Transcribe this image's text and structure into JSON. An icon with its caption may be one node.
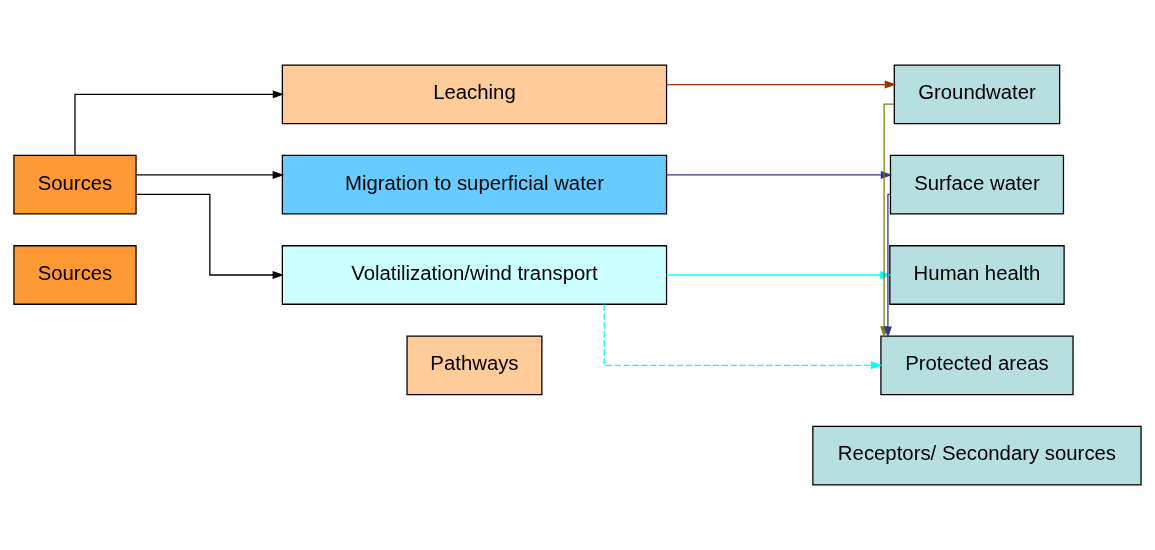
{
  "diagram": {
    "nodes": [
      {
        "text": [
          "Sources"
        ]
      },
      {
        "text": [
          "Pathways"
        ]
      },
      {
        "text": [
          "Receptors/ Secondary sources"
        ]
      },
      {
        "text": [
          "Sources"
        ]
      },
      {
        "text": [
          "Leaching"
        ]
      },
      {
        "text": [
          "Volatilization/wind transport"
        ]
      },
      {
        "text": [
          "Migration to superficial water"
        ]
      },
      {
        "text": [
          "Groundwater"
        ]
      },
      {
        "text": [
          "Protected areas"
        ]
      },
      {
        "text": [
          "Surface water"
        ]
      },
      {
        "text": [
          "Human health"
        ]
      }
    ],
    "edges": [
      {
        "from": 3,
        "to": 4,
        "arrow": "to"
      },
      {
        "from": 3,
        "to": 5,
        "arrow": "to"
      },
      {
        "from": 3,
        "to": 6,
        "arrow": "to"
      },
      {
        "from": 4,
        "to": 7,
        "arrow": "to",
        "color": "#993300"
      },
      {
        "from": 5,
        "to": 8,
        "arrow": "to",
        "style": "dashed",
        "color": "#00ffff"
      },
      {
        "from": 5,
        "to": 10,
        "arrow": "to",
        "color": "#00ffff"
      },
      {
        "from": 6,
        "to": 9,
        "arrow": "to",
        "color": "#333399"
      },
      {
        "from": 7,
        "to": 8,
        "arrow": "to",
        "color": "#808000"
      },
      {
        "from": 9,
        "to": 8,
        "arrow": "to",
        "color": "#333399"
      }
    ]
  }
}
